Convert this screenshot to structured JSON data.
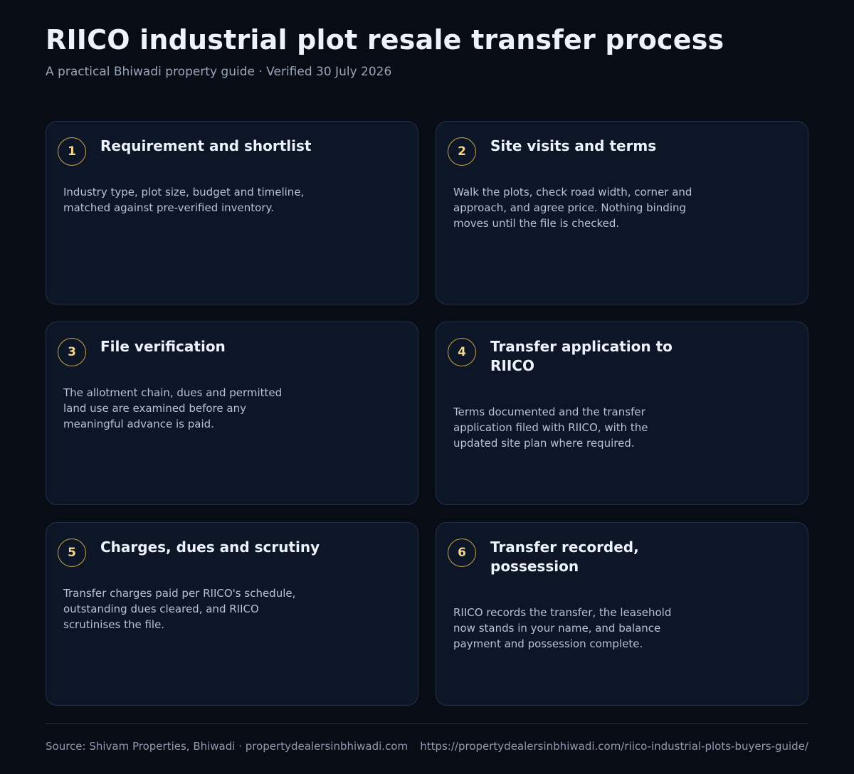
{
  "header": {
    "title": "RIICO industrial plot resale transfer process",
    "subtitle": "A practical Bhiwadi property guide · Verified 30 July 2026"
  },
  "steps": [
    {
      "number": "1",
      "title": "Requirement and shortlist",
      "description": "Industry type, plot size, budget and timeline, matched against pre-verified inventory."
    },
    {
      "number": "2",
      "title": "Site visits and terms",
      "description": "Walk the plots, check road width, corner and approach, and agree price. Nothing binding moves until the file is checked."
    },
    {
      "number": "3",
      "title": "File verification",
      "description": "The allotment chain, dues and permitted land use are examined before any meaningful advance is paid."
    },
    {
      "number": "4",
      "title": "Transfer application to RIICO",
      "description": "Terms documented and the transfer application filed with RIICO, with the updated site plan where required."
    },
    {
      "number": "5",
      "title": "Charges, dues and scrutiny",
      "description": "Transfer charges paid per RIICO's schedule, outstanding dues cleared, and RIICO scrutinises the file."
    },
    {
      "number": "6",
      "title": "Transfer recorded, possession",
      "description": "RIICO records the transfer, the leasehold now stands in your name, and balance payment and possession complete."
    }
  ],
  "footer": {
    "source": "Source: Shivam Properties, Bhiwadi · propertydealersinbhiwadi.com",
    "url": "https://propertydealersinbhiwadi.com/riico-industrial-plots-buyers-guide/"
  },
  "colors": {
    "background": "#070c15",
    "card": "#0c1627",
    "card_border": "#23324a",
    "accent_gold": "#c9a54a",
    "step_number": "#f2d58a"
  }
}
